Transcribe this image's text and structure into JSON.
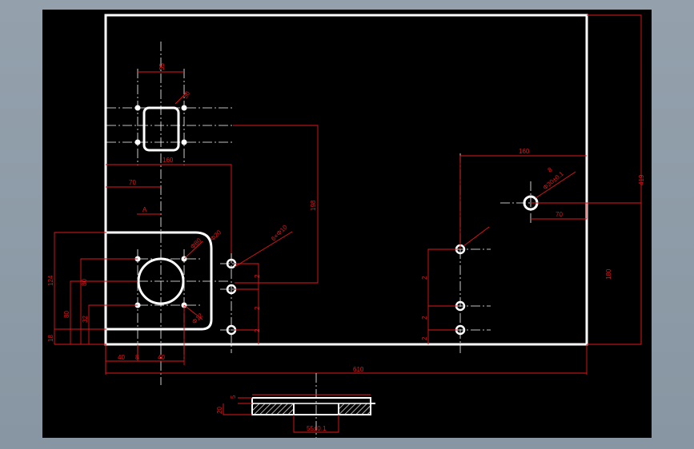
{
  "drawing": {
    "dimensions": {
      "top_hole_spacing": "35",
      "square_size": "50",
      "d160_left": "160",
      "d70_left": "70",
      "view_a": "A",
      "d198": "198",
      "phi20": "Φ20",
      "holes_6phi10": "6×Φ10",
      "phi80": "Φ80",
      "phi12": "Φ12",
      "d124": "124",
      "d80_inner": "80",
      "d80_outer": "80",
      "d32": "32",
      "d18": "18",
      "d40_left": "40",
      "d8": "8",
      "d40_mid": "40",
      "d610": "610",
      "d160_right": "160",
      "d70_right": "70",
      "d8_right": "8",
      "phi30": "Φ30±0.1",
      "d180": "180",
      "d419": "419",
      "d5": "5",
      "d20": "20",
      "d55": "55±0.1",
      "small_2a": "2",
      "small_2b": "2",
      "small_2c": "2",
      "small_2d": "2",
      "small_2e": "2",
      "small_2f": "2"
    }
  }
}
